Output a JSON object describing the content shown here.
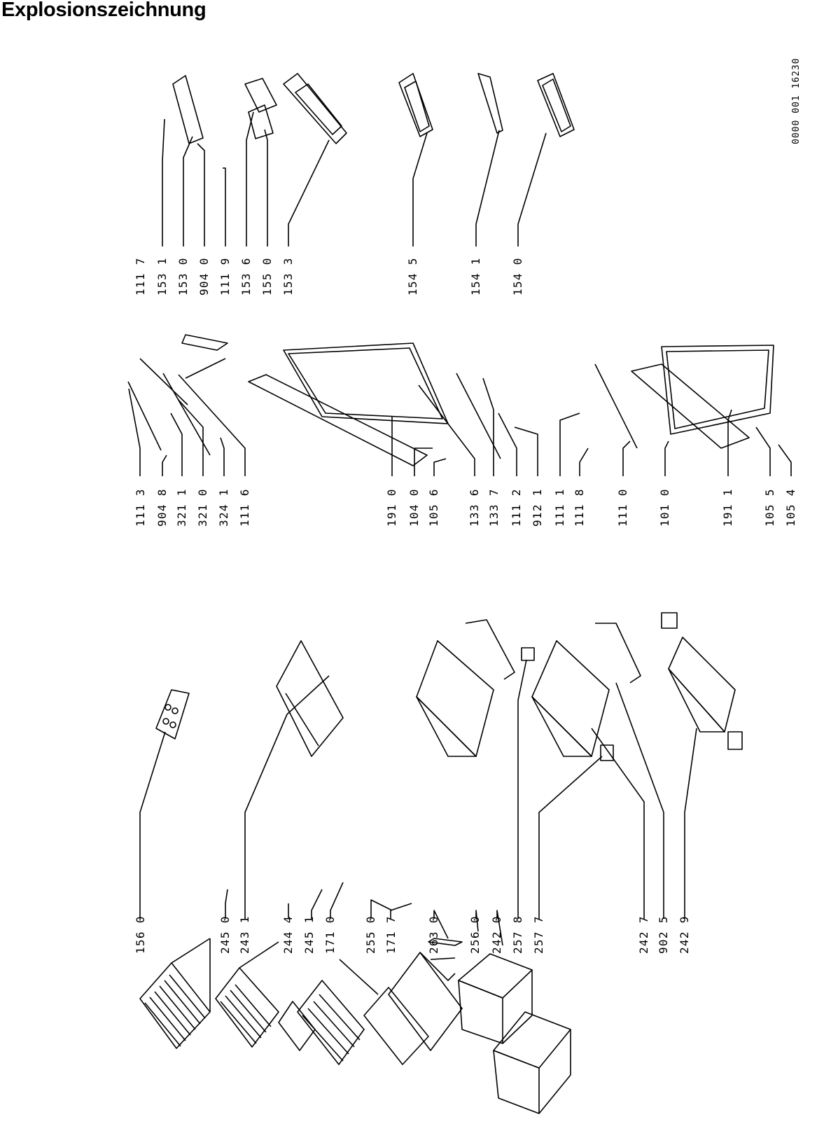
{
  "title": "Explosionszeichnung",
  "drawing_code": "0000 001 16230",
  "callouts": [
    "156 0",
    "245 0",
    "243 1",
    "244 4",
    "245 1",
    "171 0",
    "255 0",
    "171 7",
    "263 0",
    "256 0",
    "242 0",
    "257 8",
    "257 7",
    "242 7",
    "902 5",
    "242 9",
    "111 3",
    "904 8",
    "321 1",
    "321 0",
    "324 1",
    "111 6",
    "191 0",
    "104 0",
    "105 6",
    "133 6",
    "133 7",
    "111 2",
    "912 1",
    "111 1",
    "111 8",
    "111 0",
    "101 0",
    "191 1",
    "105 5",
    "105 4",
    "111 7",
    "153 1",
    "153 0",
    "904 0",
    "111 9",
    "153 6",
    "155 0",
    "153 3",
    "154 5",
    "154 1",
    "154 0"
  ]
}
